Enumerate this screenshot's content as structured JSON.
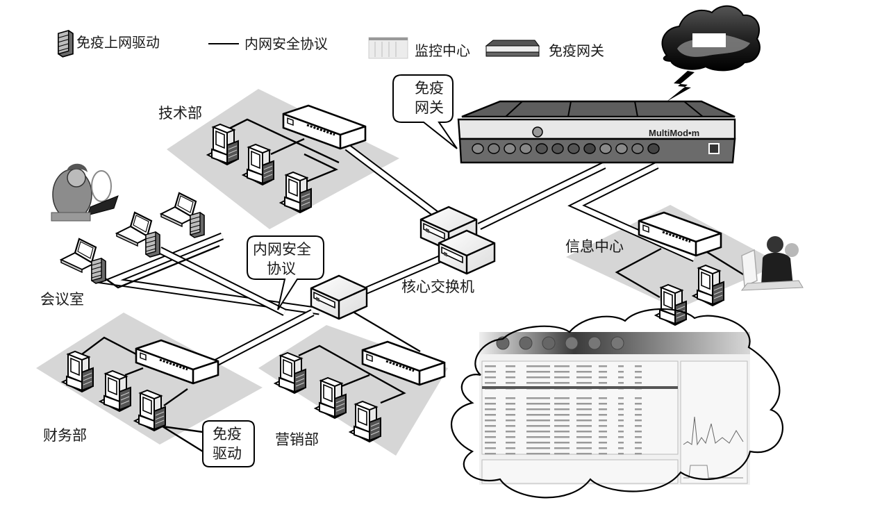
{
  "legend": {
    "items": [
      {
        "icon": "firewall-icon",
        "label": "免疫上网驱动"
      },
      {
        "icon": "line-icon",
        "label": "内网安全协议"
      },
      {
        "icon": "monitor-center-icon",
        "label": "监控中心"
      },
      {
        "icon": "gateway-device-icon",
        "label": "免疫网关"
      }
    ]
  },
  "gateway": {
    "brand": "MultiMod•m",
    "callout": [
      "免疫",
      "网关"
    ],
    "led_count": 12
  },
  "zones": {
    "tech": {
      "label": "技术部"
    },
    "meeting": {
      "label": "会议室"
    },
    "finance": {
      "label": "财务部"
    },
    "marketing": {
      "label": "营销部"
    },
    "info": {
      "label": "信息中心"
    }
  },
  "core": {
    "label": "核心交换机"
  },
  "callouts": {
    "protocol": [
      "内网安全",
      "协议"
    ],
    "driver": [
      "免疫",
      "驱动"
    ]
  },
  "monitor_screen": {
    "toolbar_button_count": 6,
    "colors": {
      "header_dark": "#4a4a4a",
      "panel_bg": "#efefef"
    }
  },
  "colors": {
    "zone_fill": "#d6d6d6",
    "device_face": "#f2f2f2",
    "gateway_body": "#6b6b6b",
    "gateway_front": "#e6e6e6",
    "cloud_dark": "#2b2b2b"
  }
}
